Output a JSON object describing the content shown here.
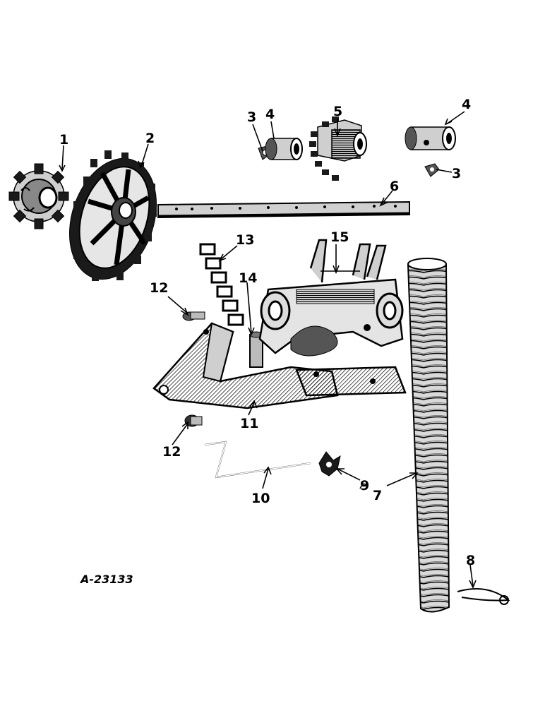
{
  "drawing_id": "A-23133",
  "callouts": {
    "c1": "1",
    "c2": "2",
    "c3a": "3",
    "c3b": "3",
    "c4a": "4",
    "c4b": "4",
    "c5": "5",
    "c6": "6",
    "c7": "7",
    "c8": "8",
    "c9": "9",
    "c10": "10",
    "c11": "11",
    "c12a": "12",
    "c12b": "12",
    "c13": "13",
    "c14": "14",
    "c15": "15"
  }
}
